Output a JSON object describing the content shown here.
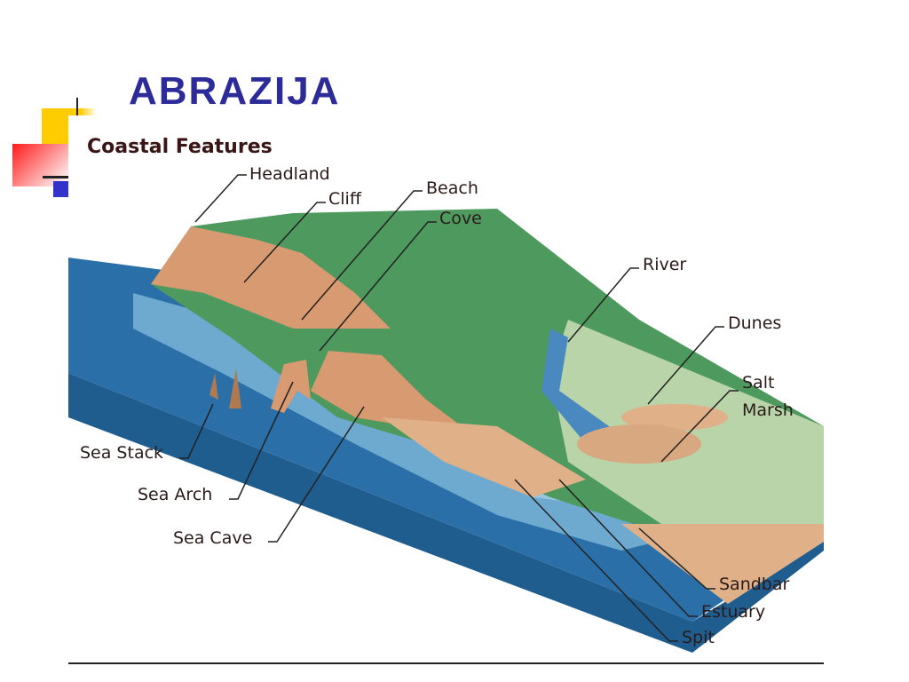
{
  "slide": {
    "title": "ABRAZIJA"
  },
  "diagram": {
    "title": "Coastal Features",
    "labels": {
      "headland": "Headland",
      "cliff": "Cliff",
      "beach": "Beach",
      "cove": "Cove",
      "river": "River",
      "dunes": "Dunes",
      "salt": "Salt",
      "marsh": "Marsh",
      "sea_stack": "Sea Stack",
      "sea_arch": "Sea Arch",
      "sea_cave": "Sea Cave",
      "sandbar": "Sandbar",
      "estuary": "Estuary",
      "spit": "Spit"
    },
    "colors": {
      "sea": "#2a6fa8",
      "sea_light": "#7fb8d8",
      "land_green": "#4e9a5e",
      "sand": "#e0b088",
      "cliff": "#d89a70",
      "block_side": "#1f5d8e"
    }
  }
}
